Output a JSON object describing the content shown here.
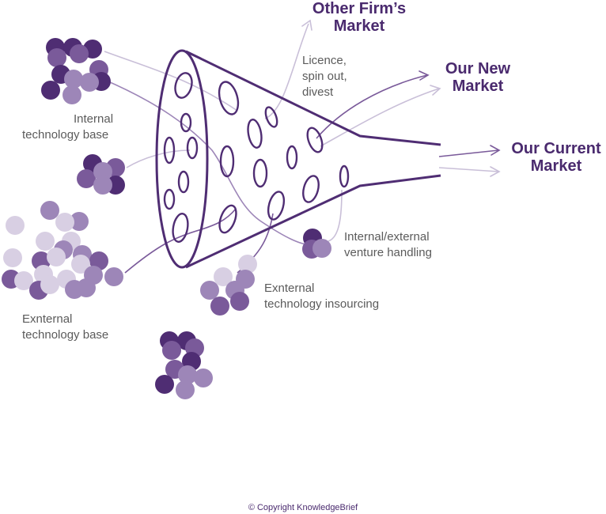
{
  "markets": {
    "other_firm": {
      "line1": "Other Firm’s",
      "line2": "Market"
    },
    "new": {
      "line1": "Our New",
      "line2": "Market"
    },
    "current": {
      "line1": "Our Current",
      "line2": "Market"
    }
  },
  "labels": {
    "internal_base": {
      "line1": "Internal",
      "line2": "technology base"
    },
    "external_base": {
      "line1": "Exnternal",
      "line2": "technology base"
    },
    "licence": {
      "line1": "Licence,",
      "line2": "spin out,",
      "line3": "divest"
    },
    "venture": {
      "line1": "Internal/external",
      "line2": "venture handling"
    },
    "insourcing": {
      "line1": "Exnternal",
      "line2": "technology insourcing"
    }
  },
  "copyright": "© Copyright KnowledgeBrief",
  "colors": {
    "dark_purple": "#4f2d73",
    "mid_purple": "#7a5a9a",
    "light_purple": "#9d86b8",
    "pale_purple": "#d8cfe3",
    "arrow_light": "#c9bfd8"
  }
}
